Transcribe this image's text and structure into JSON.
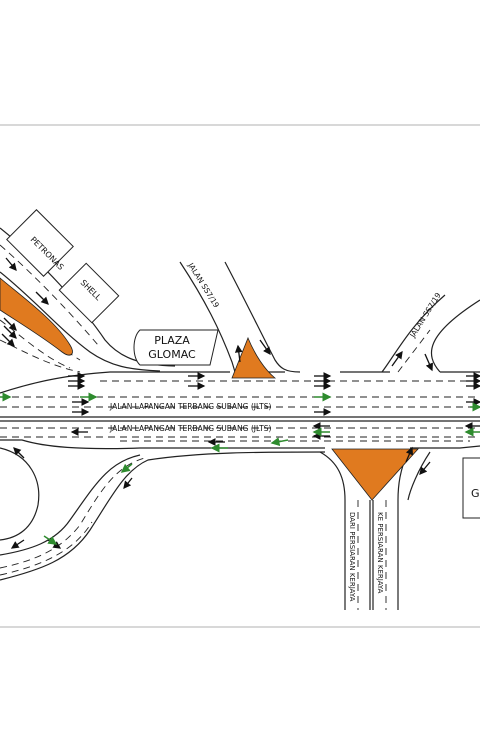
{
  "colors": {
    "island_fill": "#E07A1F",
    "arrow_black": "#111111",
    "arrow_green": "#2E8B2E",
    "road_line": "#222222"
  },
  "roads": {
    "main_eastbound": "JALAN LAPANGAN TERBANG SUBANG (JLTS)",
    "main_westbound": "JALAN LAPANGAN TERBANG SUBANG (JLTS)",
    "side_road_left": "JALAN SS7/19",
    "side_road_right": "JALAN SS7/19",
    "from_kerjaya": "DARI PERSIARAN KERJAYA",
    "to_kerjaya": "KE PERSIARAN KERJAYA"
  },
  "buildings": {
    "petronas": "PETRONAS",
    "shell": "SHELL",
    "plaza_line1": "PLAZA",
    "plaza_line2": "GLOMAC",
    "edge_label": "G"
  },
  "icons": [
    "traffic-arrow-icon",
    "green-flow-arrow-icon"
  ]
}
